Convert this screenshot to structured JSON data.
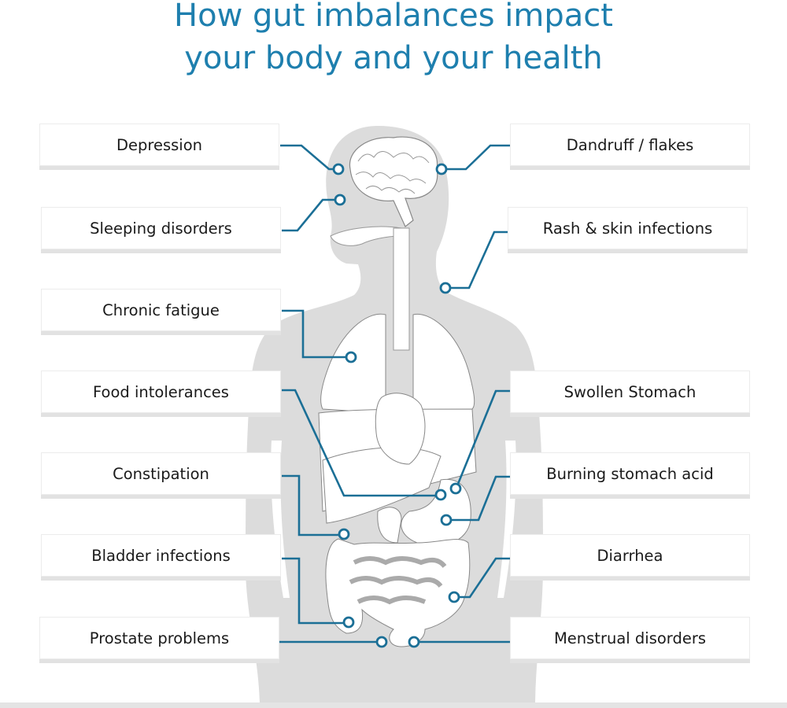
{
  "title": {
    "line1": "How gut imbalances impact",
    "line2": "your body and your health"
  },
  "colors": {
    "title": "#1e7fae",
    "connector": "#1b6f96",
    "silhouette": "#dcdcdc"
  },
  "left_labels": [
    "Depression",
    "Sleeping disorders",
    "Chronic fatigue",
    "Food intolerances",
    "Constipation",
    "Bladder infections",
    "Prostate problems"
  ],
  "right_labels": [
    "Dandruff / flakes",
    "Rash & skin infections",
    "Swollen Stomach",
    "Burning stomach acid",
    "Diarrhea",
    "Menstrual disorders"
  ]
}
